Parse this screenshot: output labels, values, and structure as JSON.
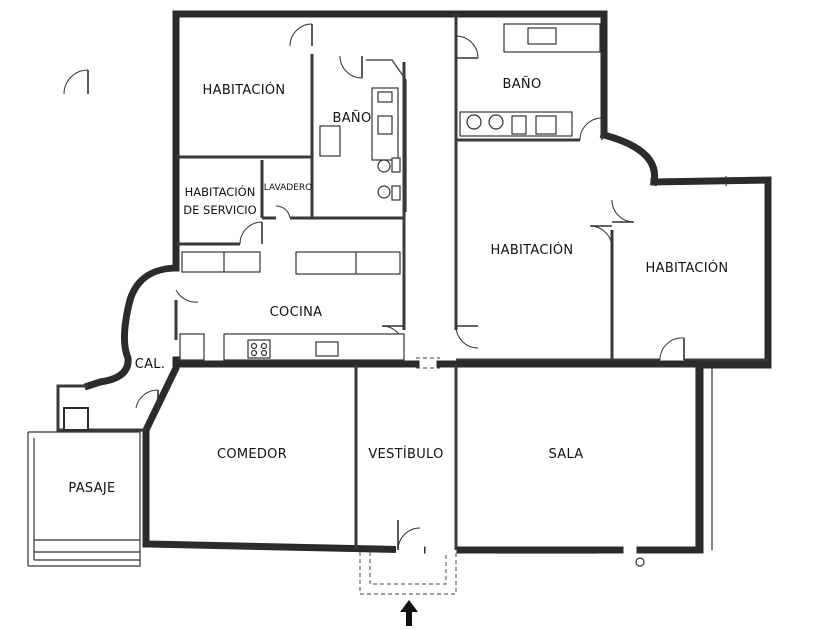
{
  "rooms": {
    "habitacion_1": "HABITACIÓN",
    "bano_1": "BAÑO",
    "bano_2": "BAÑO",
    "habitacion_servicio_line1": "HABITACIÓN",
    "habitacion_servicio_line2": "DE SERVICIO",
    "lavadero": "LAVADERO",
    "cocina": "COCINA",
    "habitacion_2": "HABITACIÓN",
    "habitacion_3": "HABITACIÓN",
    "cal": "CAL.",
    "comedor": "COMEDOR",
    "vestibulo": "VESTÍBULO",
    "sala": "SALA",
    "pasaje": "PASAJE"
  },
  "entrance_marker": "entrance-arrow",
  "colors": {
    "wall": "#2b2b2b",
    "background": "#ffffff"
  }
}
